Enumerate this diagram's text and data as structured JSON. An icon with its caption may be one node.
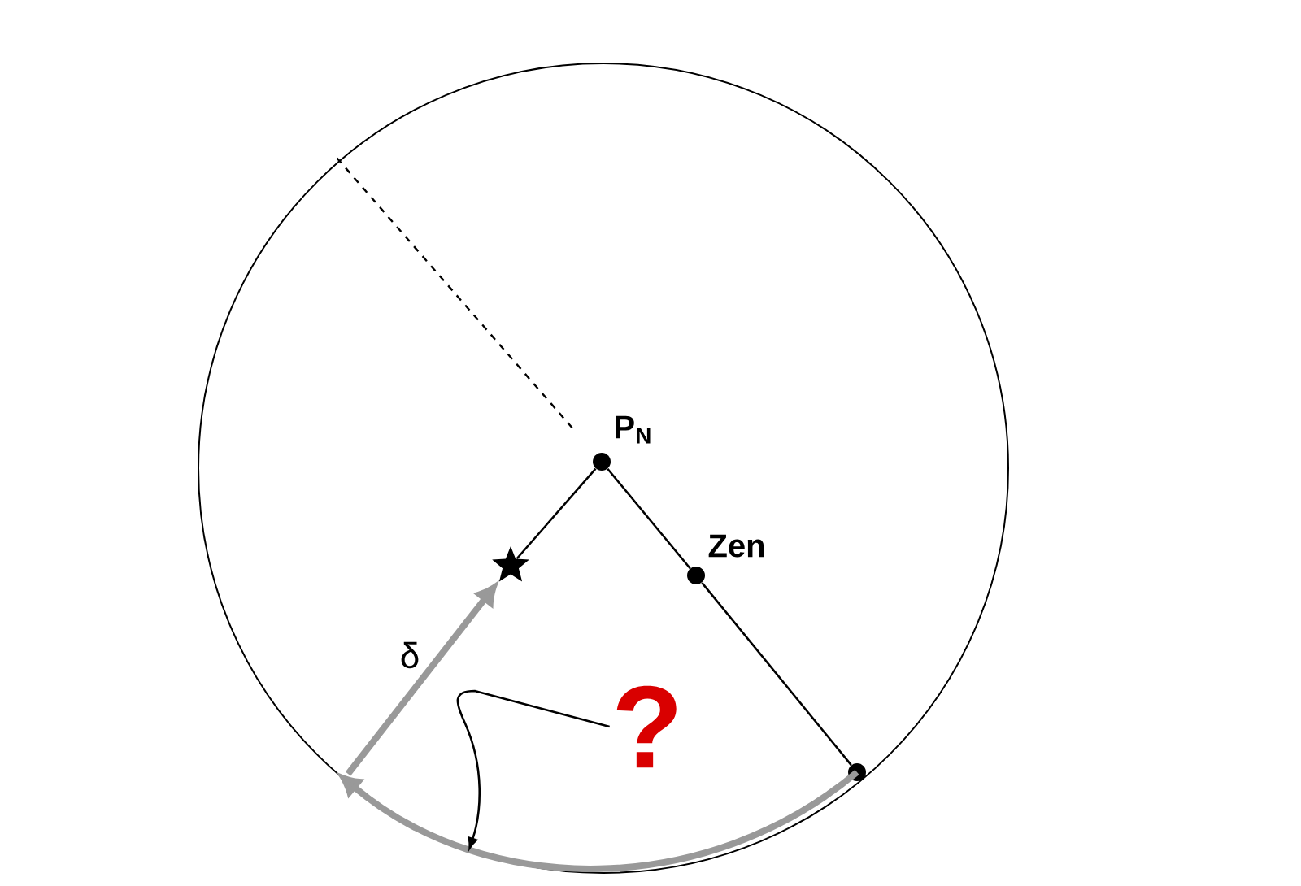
{
  "diagram": {
    "nodes": [
      {
        "text": [
          "P$_{N}$"
        ]
      },
      {
        "text": [
          "Zen"
        ]
      },
      {
        "text": [],
        "shape": "star"
      },
      {
        "text": [],
        "shape": "circle"
      },
      {
        "text": [
          "?"
        ]
      }
    ],
    "edges": [
      {
        "from": 0,
        "to": null,
        "arrow": "none",
        "style": "dashed"
      },
      {
        "from": 0,
        "to": 2,
        "arrow": "none"
      },
      {
        "from": 0,
        "to": 1,
        "arrow": "none"
      },
      {
        "from": 1,
        "to": 3,
        "arrow": "none"
      },
      {
        "from": null,
        "to": 2,
        "arrow": "to",
        "label": "δ",
        "style": "thick",
        "color": "#999999"
      },
      {
        "from": 3,
        "to": null,
        "arrow": "to",
        "style": "thick",
        "color": "#999999"
      },
      {
        "from": 4,
        "to": null,
        "arrow": "to"
      }
    ]
  }
}
